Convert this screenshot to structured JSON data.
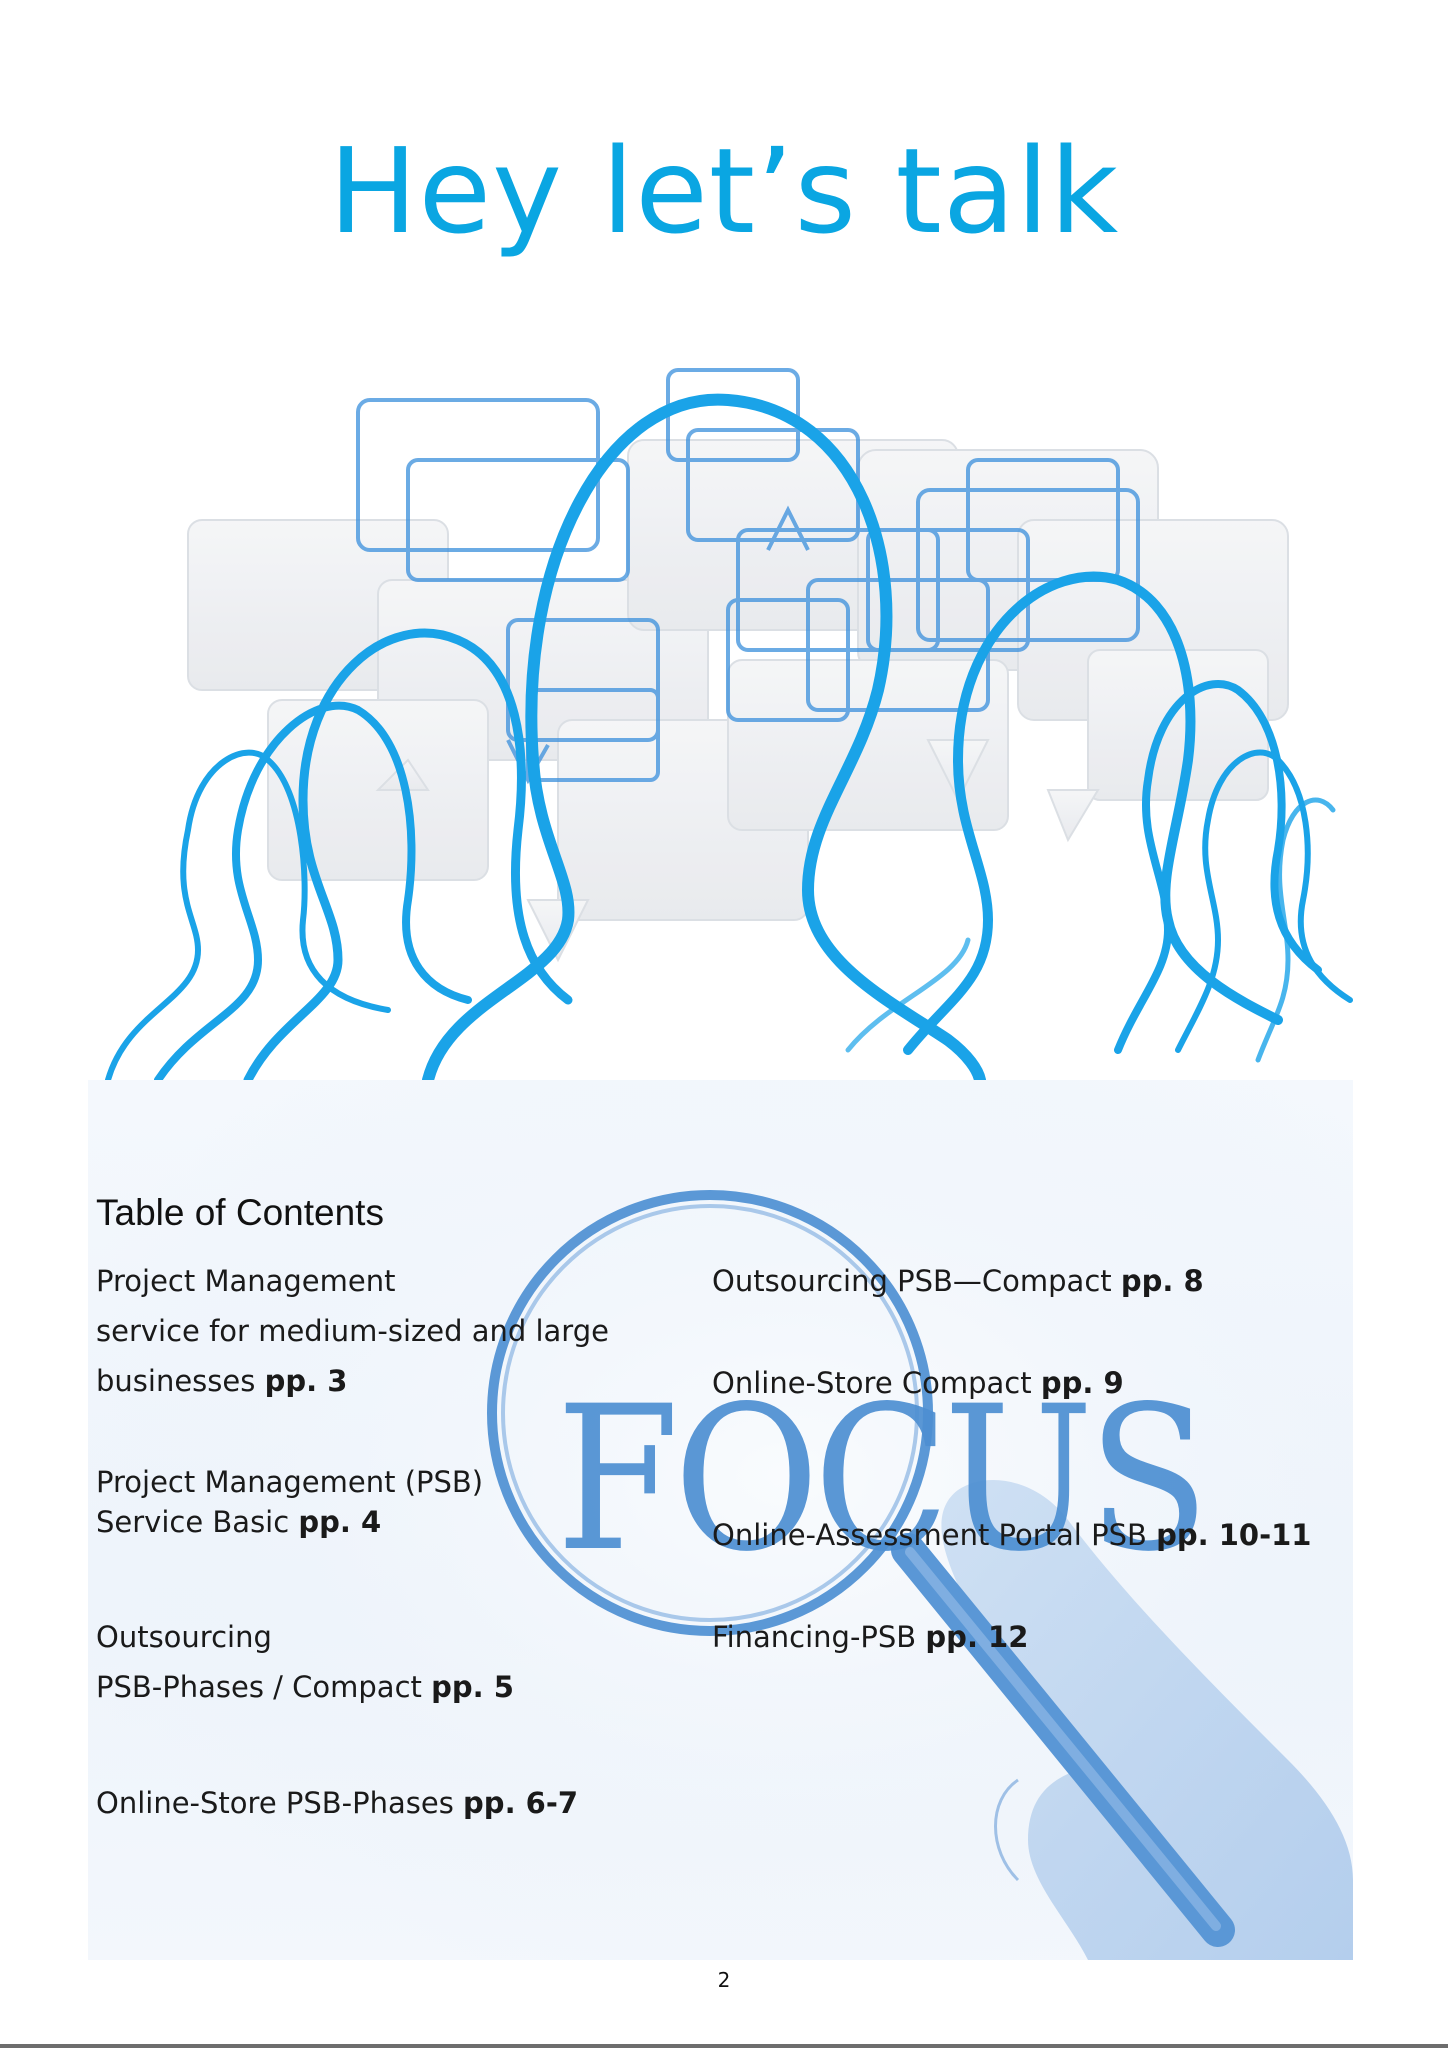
{
  "title": "Hey let’s talk",
  "hero": {
    "icon": "people-talking-speech-bubbles-illustration"
  },
  "toc": {
    "heading": "Table of Contents",
    "watermark": "FOCUS",
    "watermark_icon": "magnifying-glass-hand-illustration",
    "left_column": [
      {
        "lines": [
          "Project Management",
          "service for medium-sized and large",
          "businesses "
        ],
        "pages": "pp. 3"
      },
      {
        "lines": [
          "Project Management (PSB)",
          "Service Basic "
        ],
        "pages": "pp. 4"
      },
      {
        "lines": [
          "Outsourcing",
          "PSB-Phases / Compact "
        ],
        "pages": "pp. 5"
      },
      {
        "lines": [
          "Online-Store PSB-Phases "
        ],
        "pages": "pp. 6-7"
      }
    ],
    "right_column": [
      {
        "lines": [
          "Outsourcing PSB—Compact "
        ],
        "pages": "pp. 8"
      },
      {
        "lines": [
          "Online-Store Compact "
        ],
        "pages": "pp. 9"
      },
      {
        "lines": [
          "Online-Assessment Portal PSB "
        ],
        "pages": "pp. 10-11"
      },
      {
        "lines": [
          "Financing-PSB "
        ],
        "pages": "pp. 12"
      }
    ]
  },
  "page_number": "2",
  "colors": {
    "title_blue": "#0aa6e2",
    "outline_blue": "#1aa3e8",
    "focus_blue": "#4d8fd2"
  }
}
